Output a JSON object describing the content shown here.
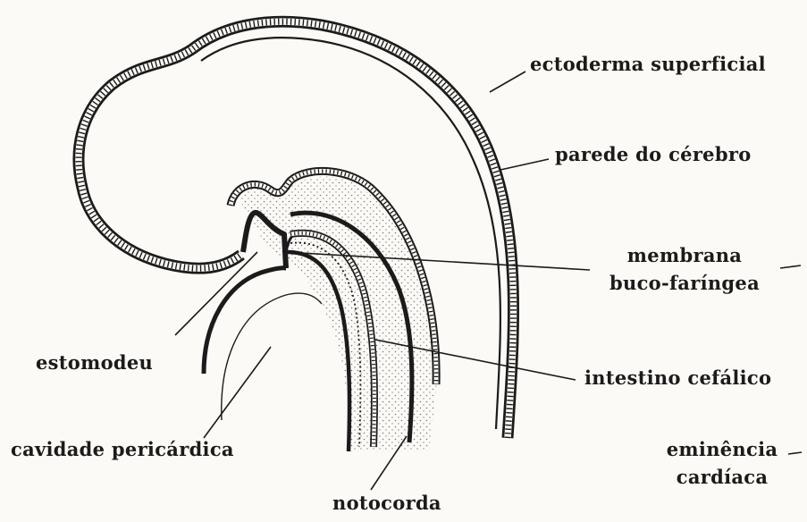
{
  "labels": {
    "ectoderma_superficial": "ectoderma superficial",
    "parede_do_cerebro": "parede do cérebro",
    "membrana_line1": "membrana",
    "membrana_line2": "buco-faríngea",
    "estomodeu": "estomodeu",
    "intestino_cefalico": "intestino cefálico",
    "cavidade_pericardica": "cavidade pericárdica",
    "eminencia_line1": "eminência",
    "eminencia_line2": "cardíaca",
    "notocorda": "notocorda"
  },
  "colors": {
    "ink": "#1b1b1b",
    "paper": "#fbfaf6",
    "stipple": "#7a7a7a"
  }
}
